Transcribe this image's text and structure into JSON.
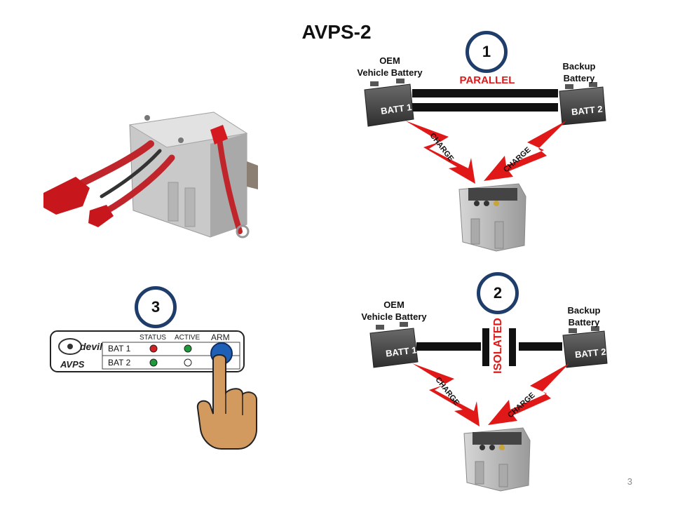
{
  "title": "AVPS-2",
  "page_number": "3",
  "steps": {
    "one": "1",
    "two": "2",
    "three": "3"
  },
  "diagram_parallel": {
    "left_label_line1": "OEM",
    "left_label_line2": "Vehicle Battery",
    "right_label_line1": "Backup",
    "right_label_line2": "Battery",
    "mode": "PARALLEL",
    "batt1": "BATT 1",
    "batt2": "BATT 2",
    "charge_left": "CHARGE",
    "charge_right": "CHARGE"
  },
  "diagram_isolated": {
    "left_label_line1": "OEM",
    "left_label_line2": "Vehicle Battery",
    "right_label_line1": "Backup",
    "right_label_line2": "Battery",
    "mode": "ISOLATED",
    "batt1": "BATT 1",
    "batt2": "BATT 2",
    "charge_left": "CHARGE",
    "charge_right": "CHARGE"
  },
  "panel": {
    "brand": "devil",
    "model": "AVPS",
    "col_status": "STATUS",
    "col_active": "ACTIVE",
    "col_arm": "ARM",
    "row1": "BAT 1",
    "row2": "BAT 2"
  },
  "colors": {
    "accent_circle": "#1f3d6b",
    "red": "#e01818",
    "led_red": "#d42020",
    "led_green": "#1f9a3a",
    "arm_button": "#1f5fb5",
    "hand": "#d39a5f"
  },
  "icons": [
    "battery-icon",
    "avps-module-icon",
    "hand-pointer-icon"
  ]
}
